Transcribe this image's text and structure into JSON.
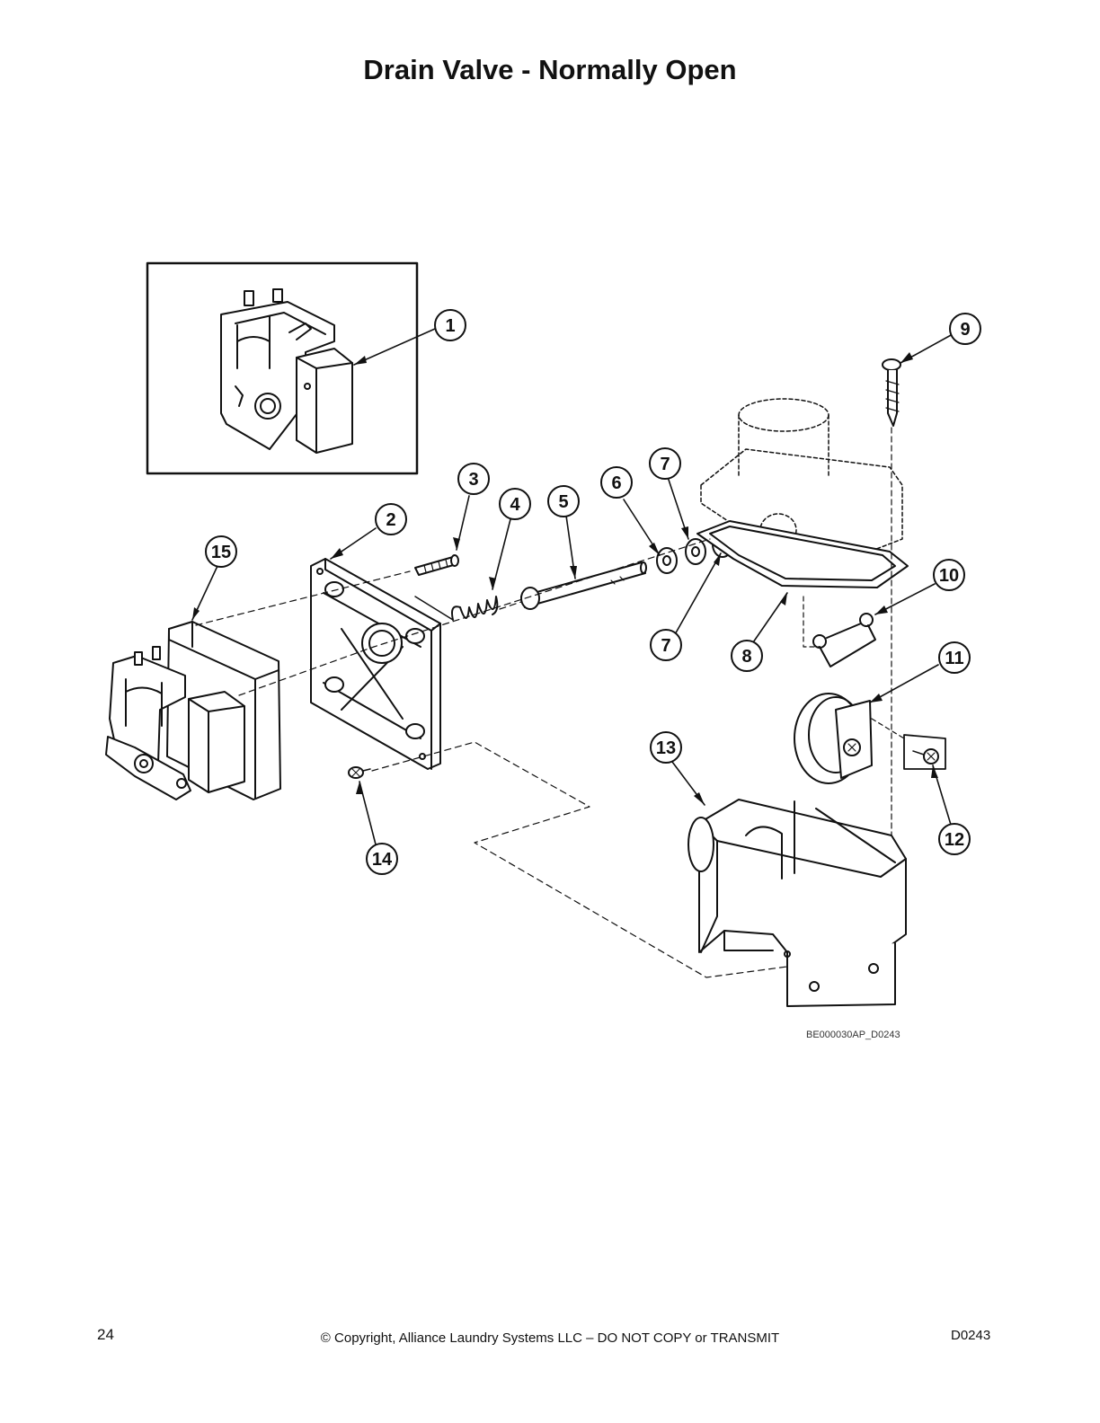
{
  "title": "Drain Valve - Normally Open",
  "figure_ref": "BE000030AP_D0243",
  "footer": {
    "page_number": "24",
    "copyright": "© Copyright, Alliance Laundry Systems LLC – DO NOT COPY or TRANSMIT",
    "doc_id": "D0243"
  },
  "callouts": {
    "c1": "1",
    "c2": "2",
    "c3": "3",
    "c4": "4",
    "c5": "5",
    "c6": "6",
    "c7a": "7",
    "c7b": "7",
    "c8": "8",
    "c9": "9",
    "c10": "10",
    "c11": "11",
    "c12": "12",
    "c13": "13",
    "c14": "14",
    "c15": "15"
  }
}
